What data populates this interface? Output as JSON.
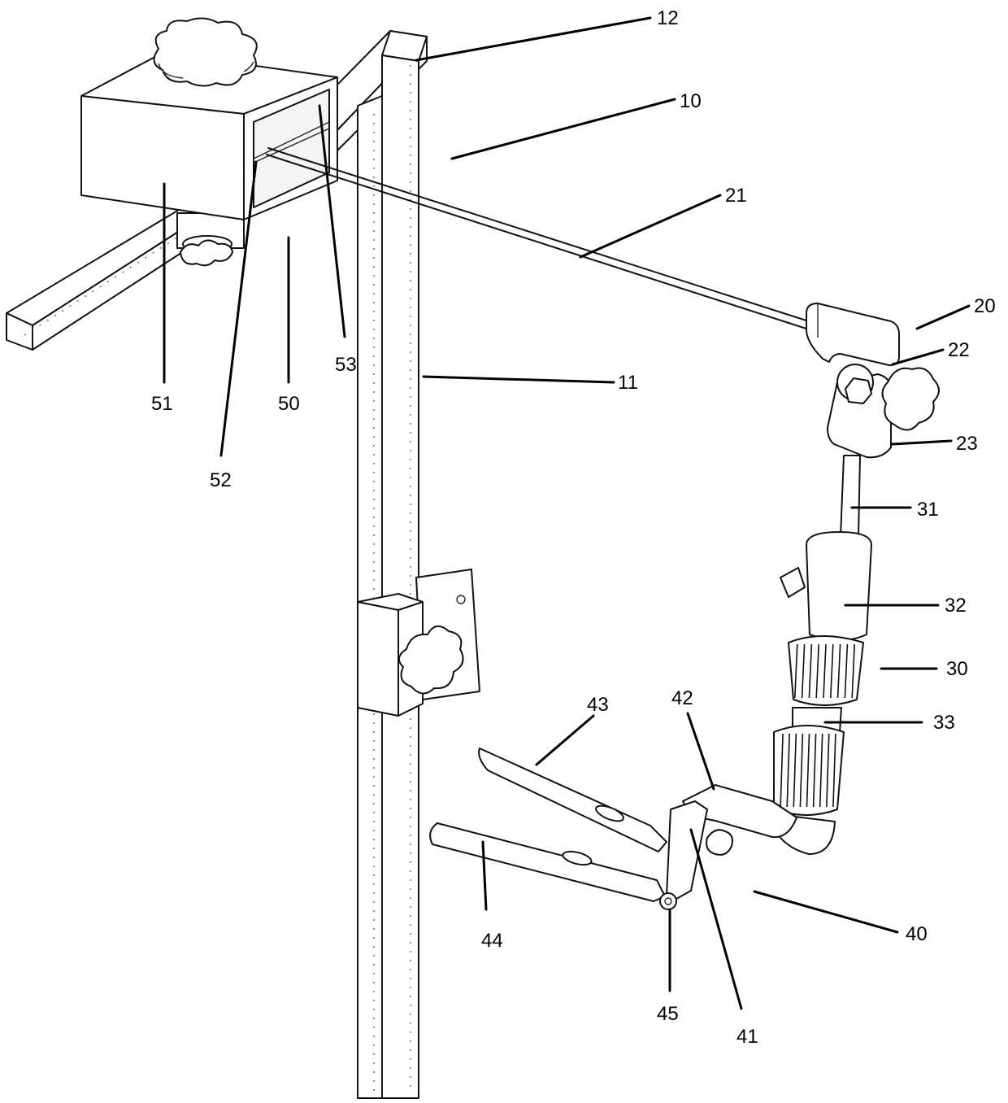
{
  "labels": {
    "n10": "10",
    "n11": "11",
    "n12": "12",
    "n20": "20",
    "n21": "21",
    "n22": "22",
    "n23": "23",
    "n30": "30",
    "n31": "31",
    "n32": "32",
    "n33": "33",
    "n40": "40",
    "n41": "41",
    "n42": "42",
    "n43": "43",
    "n44": "44",
    "n45": "45",
    "n50": "50",
    "n51": "51",
    "n52": "52",
    "n53": "53"
  }
}
